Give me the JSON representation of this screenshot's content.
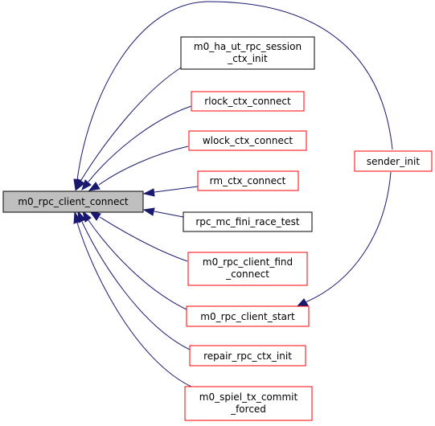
{
  "colors": {
    "edge": "#191970",
    "focus_fill": "#bfbfbf",
    "focus_border": "#000000",
    "node_fill": "#ffffff",
    "border_red": "#ff0000",
    "border_black": "#000000"
  },
  "nodes": {
    "root": {
      "lines": [
        "m0_rpc_client_connect"
      ]
    },
    "ha_ut": {
      "lines": [
        "m0_ha_ut_rpc_session",
        "_ctx_init"
      ]
    },
    "rlock": {
      "lines": [
        "rlock_ctx_connect"
      ]
    },
    "wlock": {
      "lines": [
        "wlock_ctx_connect"
      ]
    },
    "rm": {
      "lines": [
        "rm_ctx_connect"
      ]
    },
    "fini": {
      "lines": [
        "rpc_mc_fini_race_test"
      ]
    },
    "find": {
      "lines": [
        "m0_rpc_client_find",
        "_connect"
      ]
    },
    "start": {
      "lines": [
        "m0_rpc_client_start"
      ]
    },
    "repair": {
      "lines": [
        "repair_rpc_ctx_init"
      ]
    },
    "spiel": {
      "lines": [
        "m0_spiel_tx_commit",
        "_forced"
      ]
    },
    "sender": {
      "lines": [
        "sender_init"
      ]
    }
  }
}
